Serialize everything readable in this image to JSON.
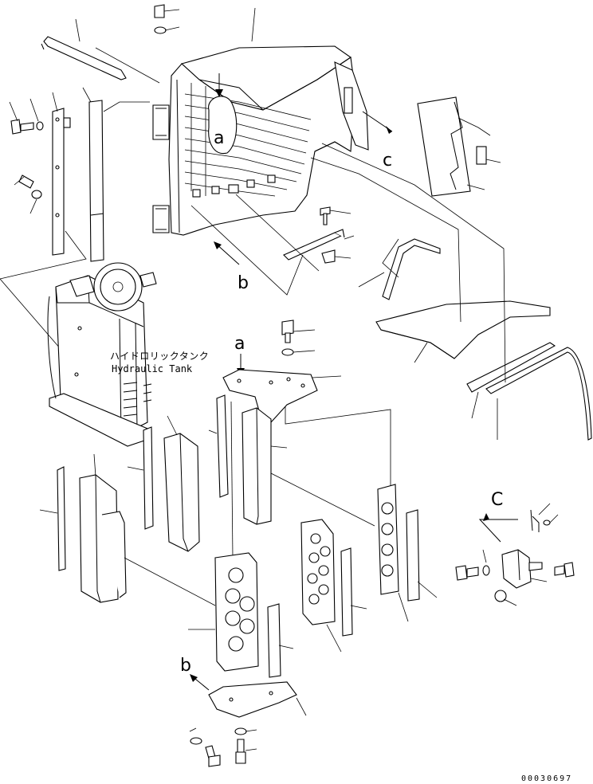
{
  "labels": {
    "a_top": "a",
    "a_mid": "a",
    "b_top": "b",
    "b_bottom": "b",
    "c_right": "c",
    "c_lower": "C"
  },
  "hydraulic_tank": {
    "jp": "ハイドロリックタンク",
    "en": "Hydraulic Tank"
  },
  "drawing_code": "00030697"
}
